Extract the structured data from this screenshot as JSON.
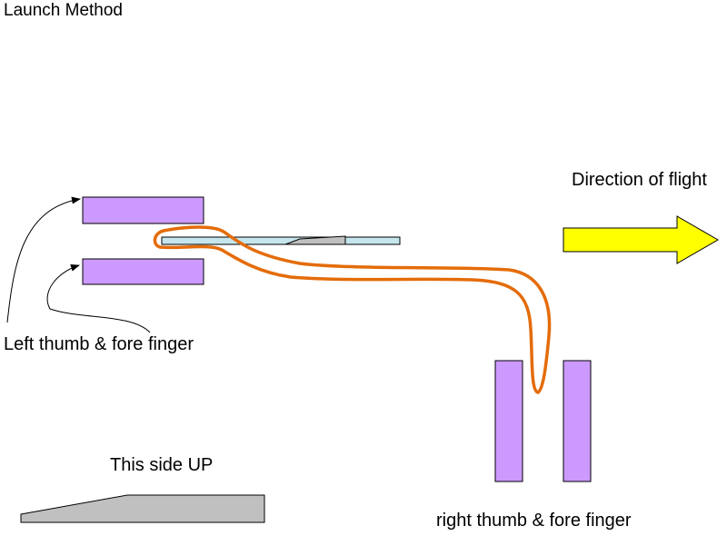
{
  "title": "Launch Method",
  "labels": {
    "direction": "Direction of flight",
    "left_hand": "Left thumb & fore finger",
    "side_up": "This side UP",
    "right_hand": "right thumb & fore finger"
  },
  "colors": {
    "finger": "#cc99ff",
    "arrow": "#ffff00",
    "rubber_band": "#e46c0a",
    "glider": "#c6e6ee",
    "glider_profile": "#c0c0c0",
    "line": "#000000"
  }
}
